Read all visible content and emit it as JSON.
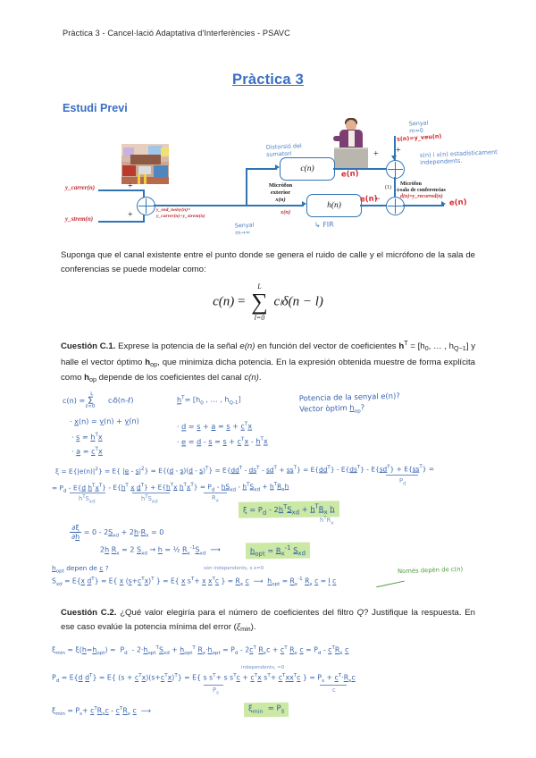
{
  "document": {
    "running_head": "Pràctica 3 - Cancel·lació Adaptativa d'Interferències - PSAVC",
    "title": "Pràctica 3",
    "section_title": "Estudi Previ"
  },
  "body": {
    "intro_paragraph": "Suponga que el canal existente entre el punto donde se genera el ruido de calle y el micrófono de la sala de conferencias se puede modelar como:",
    "equation_c": {
      "lhs": "c(n)",
      "equals": "=",
      "sigma": "∑",
      "sum_upper": "L",
      "sum_lower": "l=0",
      "summand": "cₗδ(n − l)"
    },
    "question_c1": {
      "label": "Cuestión C.1.",
      "text_1": "Exprese la potencia de la señal ",
      "signal": "e(n)",
      "text_2": " en función del vector de coeficientes ",
      "h_vector": "h",
      "h_sup": "T",
      "text_3": " = [h",
      "h_sub_0": "0",
      "text_4": ", … , h",
      "h_sub_q": "Q−1",
      "text_5": "] y halle el vector óptimo ",
      "hop": "h",
      "hop_sub": "op",
      "text_6": ", que minimiza dicha potencia. En la expresión obtenida muestre de forma explícita como ",
      "hop2": "h",
      "hop2_sub": "op",
      "text_7": " depende de los coeficientes del canal ",
      "channel": "c(n)",
      "text_8": "."
    },
    "question_c2": {
      "label": "Cuestión C.2.",
      "text_1": "¿Qué valor elegiría para el número de coeficientes del filtro ",
      "q_symbol": "Q",
      "text_2": "? Justifique la respuesta. En ese caso evalúe la potencia mínima del error (",
      "xi_min": "ξ",
      "xi_min_sub": "min",
      "text_3": ")."
    }
  },
  "diagram": {
    "photo_label": "street-traffic-photo",
    "speaker_label": "conference-speaker-illustration",
    "blocks": [
      {
        "name": "channel-block",
        "label": "c(n)"
      },
      {
        "name": "filter-block",
        "label": "h(n)"
      }
    ],
    "signal_labels": [
      {
        "name": "input-y-carrer",
        "text": "y_carrer(n)"
      },
      {
        "name": "input-y-streaming",
        "text": "y_strem(n)"
      },
      {
        "name": "sum-noisy-label",
        "text": "y_snd_noisy(n)= y_carrer(n)+y_strem(n)"
      },
      {
        "name": "mic-exterior-label",
        "text": "Micròfon exterior\nx(n)"
      },
      {
        "name": "mic-reference-label",
        "text": "Micròfon sala de conferencias\nd(n)=y_recorred(n)"
      }
    ],
    "red_labels": [
      {
        "name": "channel-output-label",
        "text": "e(n)"
      },
      {
        "name": "filter-output-label",
        "text": "e(n)"
      },
      {
        "name": "error-output-label",
        "text": "e(n)"
      },
      {
        "name": "x-of-n-label",
        "text": "x(n)"
      },
      {
        "name": "speech-signal-label",
        "text": "s(n)=y_veu(n)"
      }
    ],
    "signs": [
      "+",
      "+",
      "+",
      "+",
      "−"
    ],
    "annotations": [
      {
        "name": "annotation-distorsio",
        "text": "Distorsió del\nsumatori"
      },
      {
        "name": "annotation-soroll-top",
        "text": "Senyal\nm=0"
      },
      {
        "name": "annotation-soroll-left",
        "text": "Senyal\nm→∞"
      },
      {
        "name": "annotation-fir",
        "text": "↳ FIR"
      },
      {
        "name": "annotation-independent",
        "text": "s(n) i x(n) estadísticament\nindependents."
      }
    ]
  },
  "handwriting": {
    "block_c1": [
      "c(n) = Σ cₗδ(n-ℓ)",
      "hᵀ= [h₀ , … , h_Q-1]",
      "· x(n) = y(n) + y(n)",
      "· d = s + a = s + cᵀx",
      "· s = hᵀx",
      "· e = d - s = s + cᵀx - hᵀx",
      "· a = cᵀx"
    ],
    "question_notes": [
      "Potencia de la senyal e(n)?",
      "Vector òptim h_op?"
    ],
    "derivation_1": [
      "ξ = E{|e(n)|²} = E{ |d - s|²} = E{(d - s)(d - s)ᵀ} = E{ddᵀ - dsᵀ - sdᵀ + ssᵀ} = E{ddᵀ} - E{dsᵀ} - E{sdᵀ} + E{ssᵀ} =",
      "= Pd - E{d hᵀxᵀ} - E{hᵀ x dᵀ} + E{hᵀ x hᵀxᵀ} = Pd - hᵀS_xd - hᵀS_xd + hᵀR_x h",
      "Pd",
      "hᵀS_xd",
      "hᵀS_xd",
      "Rx"
    ],
    "highlight_1": "ξ = Pd - 2hᵀS_xd + hᵀR_x h",
    "derivation_2": [
      "∂ξ/∂h = 0 - 2S_xd + 2h·R_x = 0",
      "2h R_x = 2 S_xd → h = ½ R_x⁻¹ S_xd →",
      "hᵀR_x"
    ],
    "highlight_2": "h_opt = R_x⁻¹ S_xd",
    "derivation_3": [
      "h_opt depen de c ?",
      "S_xd = E{x dᵀ} = E{ x (s + cᵀx)ᵀ } = E{ x sᵀ + x xᵀc } = R_x c  →  h_opt = R_x⁻¹ R_x c = I c",
      "són independents, s·x=0"
    ],
    "note_green_1": "Només depèn de c(n)",
    "derivation_4": [
      "ξ_min = ξ(h=h_opt) = Pd - 2·h_optᵀ S_xd + h_optᵀ R_x h_opt = Pd - 2cᵀ R_x c + cᵀ R_x c = Pd - cᵀ R_x c",
      "Pd = E{d dᵀ} = E{ (s + cᵀx)(s + cᵀx)ᵀ } = E{ s sᵀ + s xᵀc + cᵀx sᵀ + cᵀxxᵀc } = Ps + cᵀ R_x c",
      "independents, ≈0",
      "Ps",
      "c",
      "ξ_min = Ps + cᵀR_x c - cᵀR_x c  →"
    ],
    "highlight_3": "ξ_min = Ps"
  },
  "colors": {
    "accent_blue": "#3a6fc4",
    "hand_blue": "#3864ae",
    "hand_red": "#d4282e",
    "highlight_green": "#cbe8a4",
    "diagram_line": "#2f74b5"
  }
}
